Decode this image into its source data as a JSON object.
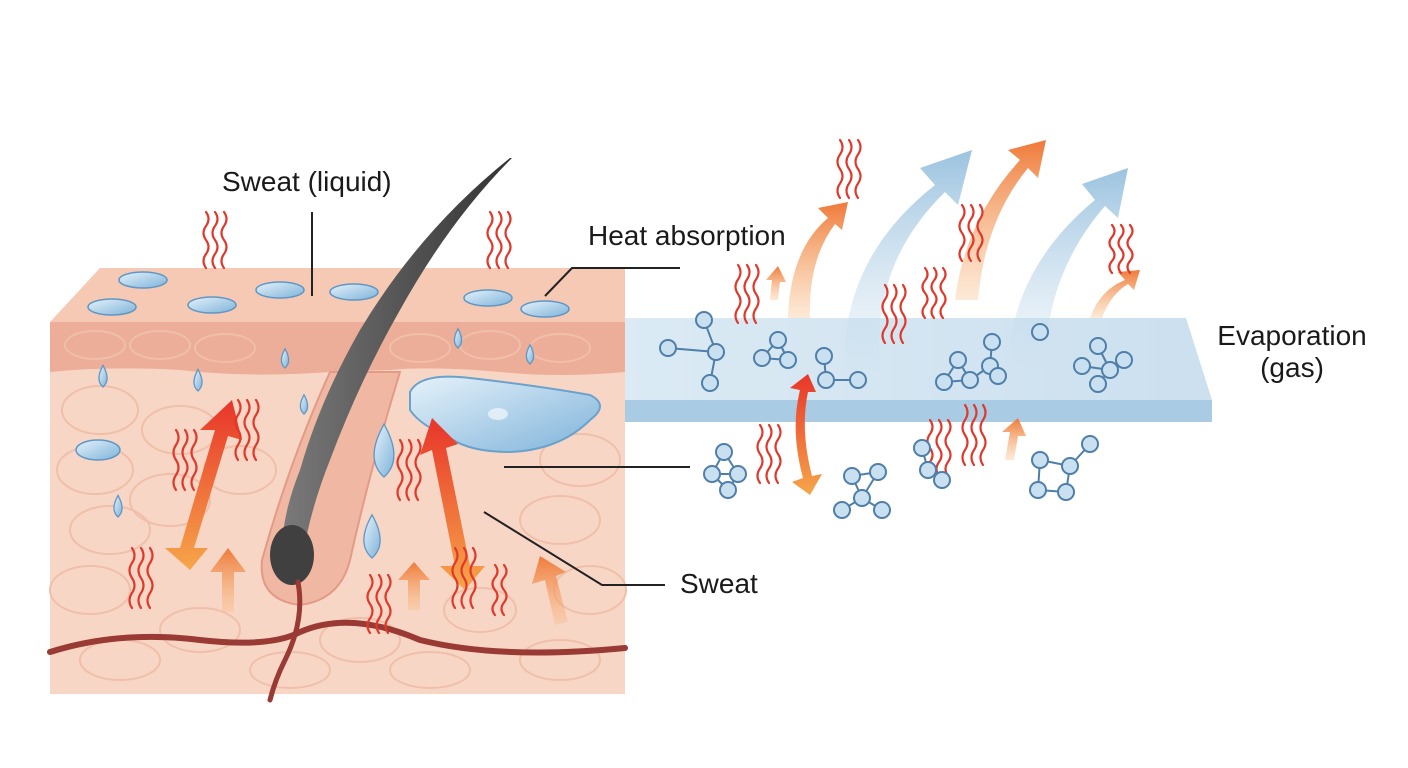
{
  "labels": {
    "sweat_liquid": "Sweat (liquid)",
    "heat_absorption": "Heat absorption",
    "evaporation_line1": "Evaporation",
    "evaporation_line2": "(gas)",
    "sweat": "Sweat"
  },
  "colors": {
    "skin_light": "#f9d9c8",
    "skin_mid": "#f3bca6",
    "skin_dark": "#e39a86",
    "water": "#a9cfe8",
    "water_edge": "#5f97c4",
    "heat_red": "#e0382a",
    "arrow_orange": "#f08a3a",
    "vapor_blue": "#b9d6ea",
    "hair": "#4a4a4a",
    "vessel": "#9a3a34"
  }
}
